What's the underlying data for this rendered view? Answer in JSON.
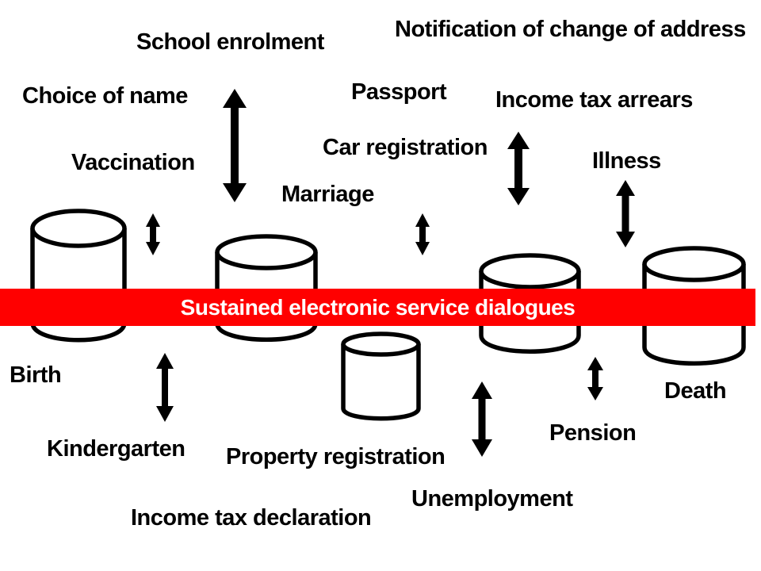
{
  "banner": {
    "text": "Sustained electronic service dialogues",
    "bg_color": "#FF0000",
    "text_color": "#FFFFFF"
  },
  "labels": {
    "school_enrolment": "School enrolment",
    "notification_change_address": "Notification of change of address",
    "choice_of_name": "Choice of name",
    "passport": "Passport",
    "income_tax_arrears": "Income tax arrears",
    "vaccination": "Vaccination",
    "car_registration": "Car registration",
    "illness": "Illness",
    "marriage": "Marriage",
    "birth": "Birth",
    "death": "Death",
    "kindergarten": "Kindergarten",
    "pension": "Pension",
    "property_registration": "Property registration",
    "unemployment": "Unemployment",
    "income_tax_declaration": "Income tax declaration"
  },
  "shapes": {
    "cylinder_count": 5,
    "double_arrow_count": 8,
    "ink_color": "#000000",
    "background_color": "#FFFFFF"
  }
}
